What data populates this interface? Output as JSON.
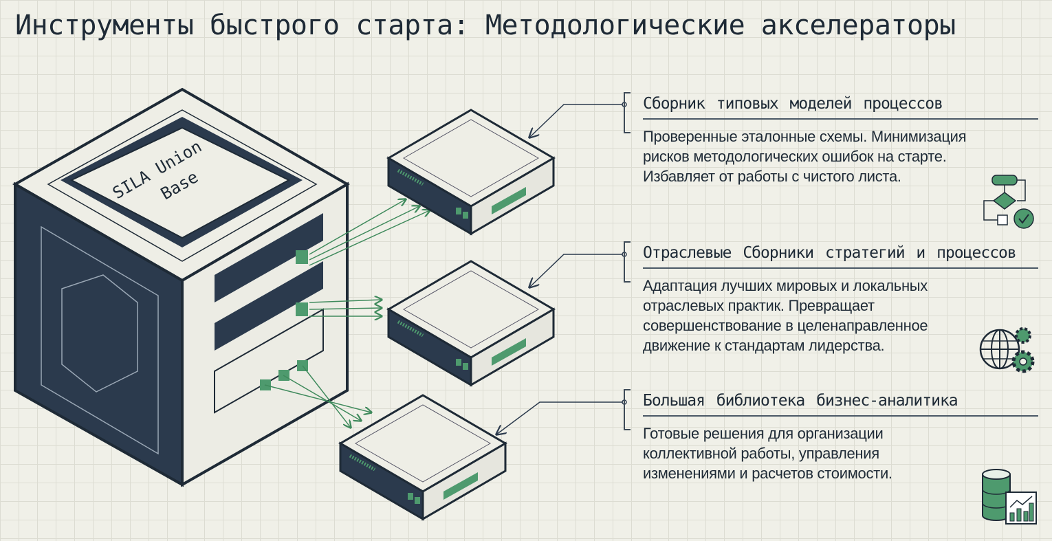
{
  "title": "Инструменты быстрого старта: Методологические акселераторы",
  "hub": {
    "label_line1": "SILA Union",
    "label_line2": "Base"
  },
  "sections": [
    {
      "heading": "Сборник типовых моделей процессов",
      "text": "Проверенные эталонные схемы. Минимизация рисков методологических ошибок на старте. Избавляет от работы с чистого листа.",
      "icon": "flowchart-icon"
    },
    {
      "heading": "Отраслевые Сборники стратегий и процессов",
      "text": "Адаптация лучших мировых и локальных отраслевых практик. Превращает совершенствование в целенаправленное движение к стандартам лидерства.",
      "icon": "globe-gears-icon"
    },
    {
      "heading": "Большая библиотека бизнес-аналитика",
      "text": "Готовые решения для организации коллективной работы, управления изменениями и расчетов стоимости.",
      "icon": "database-chart-icon"
    }
  ],
  "colors": {
    "navy": "#2b3a4d",
    "green": "#4e9a6e",
    "paper": "#f0f0e8",
    "ink": "#1e2a36"
  }
}
